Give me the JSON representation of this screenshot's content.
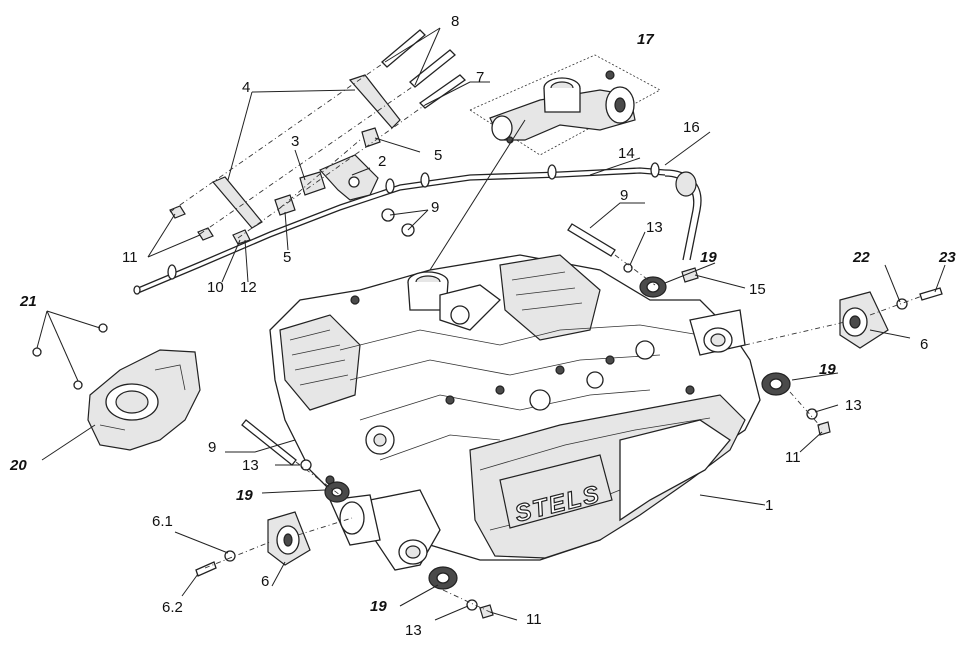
{
  "brand_mark": "STELS",
  "callouts": [
    {
      "id": "c1",
      "text": "1",
      "style": "plain"
    },
    {
      "id": "c2",
      "text": "2",
      "style": "plain"
    },
    {
      "id": "c3",
      "text": "3",
      "style": "plain"
    },
    {
      "id": "c4",
      "text": "4",
      "style": "plain"
    },
    {
      "id": "c5a",
      "text": "5",
      "style": "plain"
    },
    {
      "id": "c5b",
      "text": "5",
      "style": "plain"
    },
    {
      "id": "c6a",
      "text": "6",
      "style": "plain"
    },
    {
      "id": "c6b",
      "text": "6",
      "style": "plain"
    },
    {
      "id": "c61",
      "text": "6.1",
      "style": "plain"
    },
    {
      "id": "c62",
      "text": "6.2",
      "style": "plain"
    },
    {
      "id": "c7",
      "text": "7",
      "style": "plain"
    },
    {
      "id": "c8",
      "text": "8",
      "style": "plain"
    },
    {
      "id": "c9a",
      "text": "9",
      "style": "plain"
    },
    {
      "id": "c9b",
      "text": "9",
      "style": "plain"
    },
    {
      "id": "c10",
      "text": "10",
      "style": "plain"
    },
    {
      "id": "c11a",
      "text": "11",
      "style": "plain"
    },
    {
      "id": "c11b",
      "text": "11",
      "style": "plain"
    },
    {
      "id": "c11c",
      "text": "11",
      "style": "plain"
    },
    {
      "id": "c12",
      "text": "12",
      "style": "plain"
    },
    {
      "id": "c13a",
      "text": "13",
      "style": "plain"
    },
    {
      "id": "c13b",
      "text": "13",
      "style": "plain"
    },
    {
      "id": "c13c",
      "text": "13",
      "style": "plain"
    },
    {
      "id": "c13d",
      "text": "13",
      "style": "plain"
    },
    {
      "id": "c13e",
      "text": "13",
      "style": "plain"
    },
    {
      "id": "c14",
      "text": "14",
      "style": "plain"
    },
    {
      "id": "c15",
      "text": "15",
      "style": "plain"
    },
    {
      "id": "c16",
      "text": "16",
      "style": "plain"
    },
    {
      "id": "c17",
      "text": "17",
      "style": "emphasis"
    },
    {
      "id": "c19a",
      "text": "19",
      "style": "emphasis"
    },
    {
      "id": "c19b",
      "text": "19",
      "style": "emphasis"
    },
    {
      "id": "c19c",
      "text": "19",
      "style": "emphasis"
    },
    {
      "id": "c19d",
      "text": "19",
      "style": "emphasis"
    },
    {
      "id": "c20",
      "text": "20",
      "style": "emphasis"
    },
    {
      "id": "c21",
      "text": "21",
      "style": "emphasis"
    },
    {
      "id": "c22",
      "text": "22",
      "style": "emphasis"
    },
    {
      "id": "c23",
      "text": "23",
      "style": "emphasis"
    }
  ]
}
